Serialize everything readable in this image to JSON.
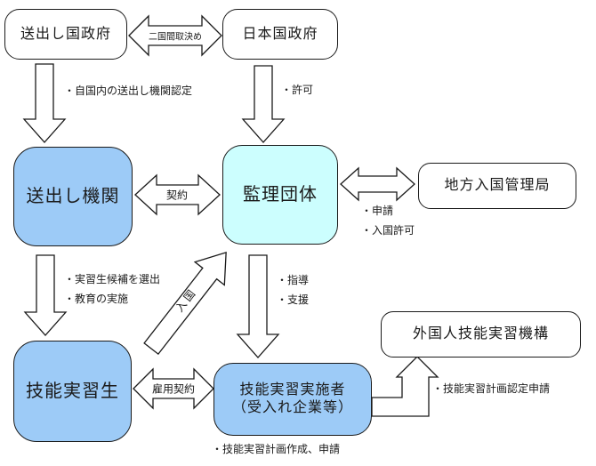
{
  "diagram": {
    "title_implicit": "",
    "nodes": {
      "sending_country_gov": "送出し国政府",
      "japan_gov": "日本国政府",
      "sending_org": "送出し機関",
      "supervising_org": "監理団体",
      "regional_immigration_bureau": "地方入国管理局",
      "trainee": "技能実習生",
      "implementer_line1": "技能実習実施者",
      "implementer_line2": "（受入れ企業等）",
      "otit": "外国人技能実習機構"
    },
    "edge_labels": {
      "bilateral_agreement": "二国間取決め",
      "contract": "契約",
      "employment_contract": "雇用契約",
      "entry": "入国"
    },
    "annotations": {
      "accredit_sending_org": "・自国内の送出し機関認定",
      "permission": "・許可",
      "application": "・申請",
      "entry_permission": "・入国許可",
      "select_trainee_candidates": "・実習生候補を選出",
      "conduct_education": "・教育の実施",
      "guidance": "・指導",
      "support": "・支援",
      "plan_accreditation_application": "・技能実習計画認定申請",
      "plan_creation_application": "・技能実習計画作成、申請"
    },
    "colors": {
      "blue_box": "#9dcbf7",
      "cyan_box": "#ccfefe",
      "white_box": "#ffffff",
      "outline": "#1a1a1a"
    }
  }
}
